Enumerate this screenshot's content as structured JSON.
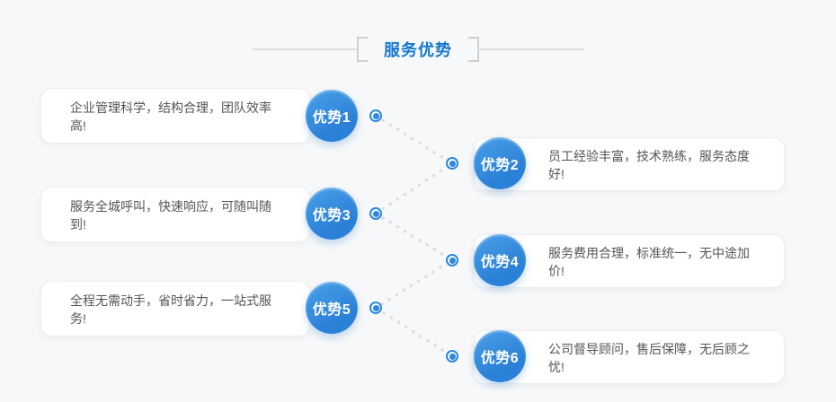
{
  "header": {
    "title": "服务优势"
  },
  "advantages": [
    {
      "label": "优势1",
      "side": "left",
      "text": "企业管理科学，结构合理，团队效率高!"
    },
    {
      "label": "优势2",
      "side": "right",
      "text": "员工经验丰富，技术熟练，服务态度好!"
    },
    {
      "label": "优势3",
      "side": "left",
      "text": "服务全城呼叫，快速响应，可随叫随到!"
    },
    {
      "label": "优势4",
      "side": "right",
      "text": "服务费用合理，标准统一，无中途加价!"
    },
    {
      "label": "优势5",
      "side": "left",
      "text": "全程无需动手，省时省力，一站式服务!"
    },
    {
      "label": "优势6",
      "side": "right",
      "text": "公司督导顾问，售后保障，无后顾之忧!"
    }
  ],
  "colors": {
    "accent_blue": "#2e86de",
    "title_blue": "#1677d0",
    "badge_gradient_top": "#4aa0e8",
    "badge_gradient_bottom": "#2b80d7",
    "line_gray": "#dcdcdc",
    "dot_gray": "#dddddd",
    "text_gray": "#555555",
    "background": "#f7f8f9"
  }
}
